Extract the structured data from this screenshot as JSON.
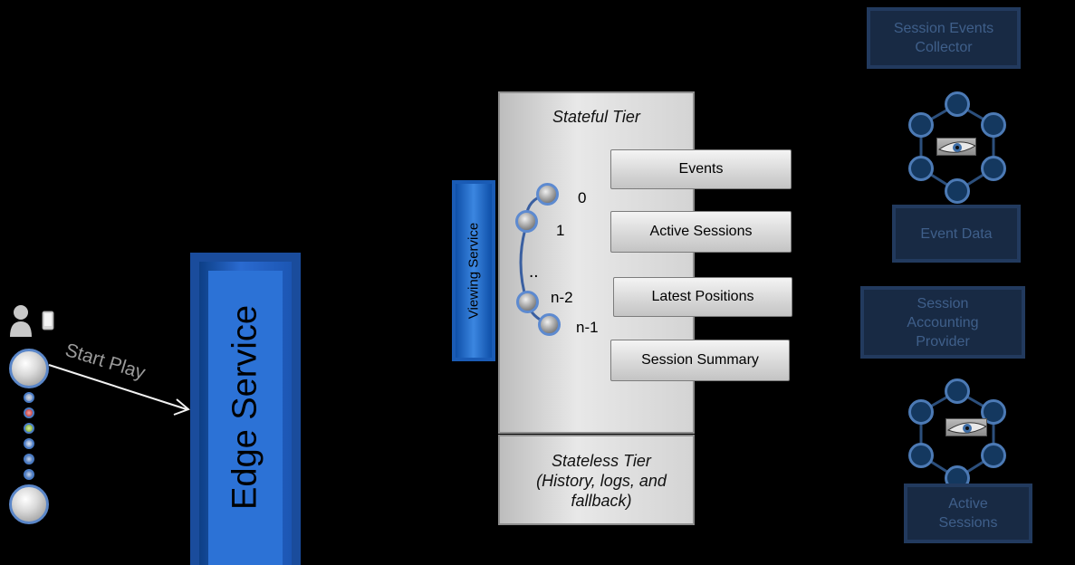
{
  "client": {
    "start_play_label": "Start Play"
  },
  "edge_service": {
    "label": "Edge Service"
  },
  "viewing_service": {
    "label": "Viewing Service"
  },
  "stateful_tier": {
    "title": "Stateful Tier",
    "ring_labels": [
      "0",
      "1",
      "..",
      "n-2",
      "n-1"
    ],
    "data_boxes": [
      "Events",
      "Active Sessions",
      "Latest Positions",
      "Session Summary"
    ]
  },
  "stateless_tier": {
    "title": "Stateless Tier (History, logs, and fallback)"
  },
  "right_side": {
    "collector": "Session Events Collector",
    "event_data": "Event Data",
    "accounting": "Session Accounting Provider",
    "active_sessions": "Active Sessions"
  }
}
